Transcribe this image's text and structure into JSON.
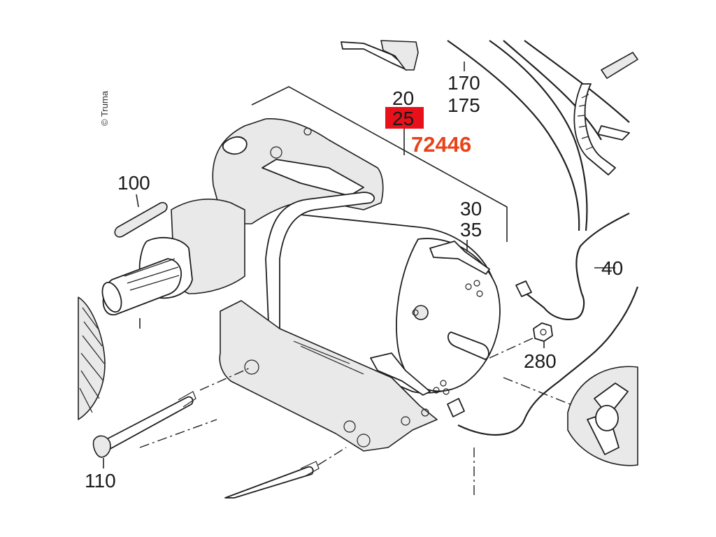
{
  "copyright": "© Truma",
  "highlight_color": "#e8101a",
  "order_number_color": "#e8431a",
  "order_number": "72446",
  "labels": {
    "p20": "20",
    "p25": "25",
    "p170": "170",
    "p175": "175",
    "p100": "100",
    "p30": "30",
    "p35": "35",
    "p40": "40",
    "p280": "280",
    "p110": "110"
  }
}
